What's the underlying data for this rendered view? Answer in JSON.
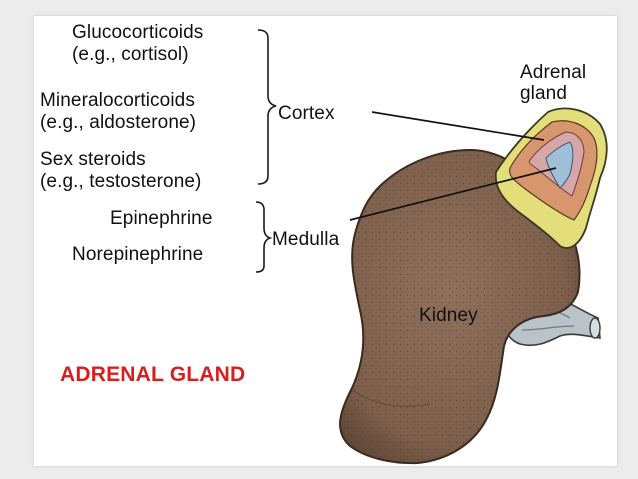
{
  "hormones": {
    "glucocorticoids": "Glucocorticoids",
    "glucocorticoids_example": "(e.g., cortisol)",
    "mineralocorticoids": "Mineralocorticoids",
    "mineralocorticoids_example": "(e.g., aldosterone)",
    "sex_steroids": "Sex steroids",
    "sex_steroids_example": "(e.g., testosterone)",
    "epinephrine": "Epinephrine",
    "norepinephrine": "Norepinephrine"
  },
  "regions": {
    "cortex": "Cortex",
    "medulla": "Medulla"
  },
  "organs": {
    "adrenal_gland_line1": "Adrenal",
    "adrenal_gland_line2": "gland",
    "kidney": "Kidney"
  },
  "title": "ADRENAL GLAND",
  "colors": {
    "title": "#d81f1f",
    "kidney": "#8a6a55",
    "cortex_yellow": "#e3dd7a",
    "medulla_blue": "#9fc0d6"
  }
}
